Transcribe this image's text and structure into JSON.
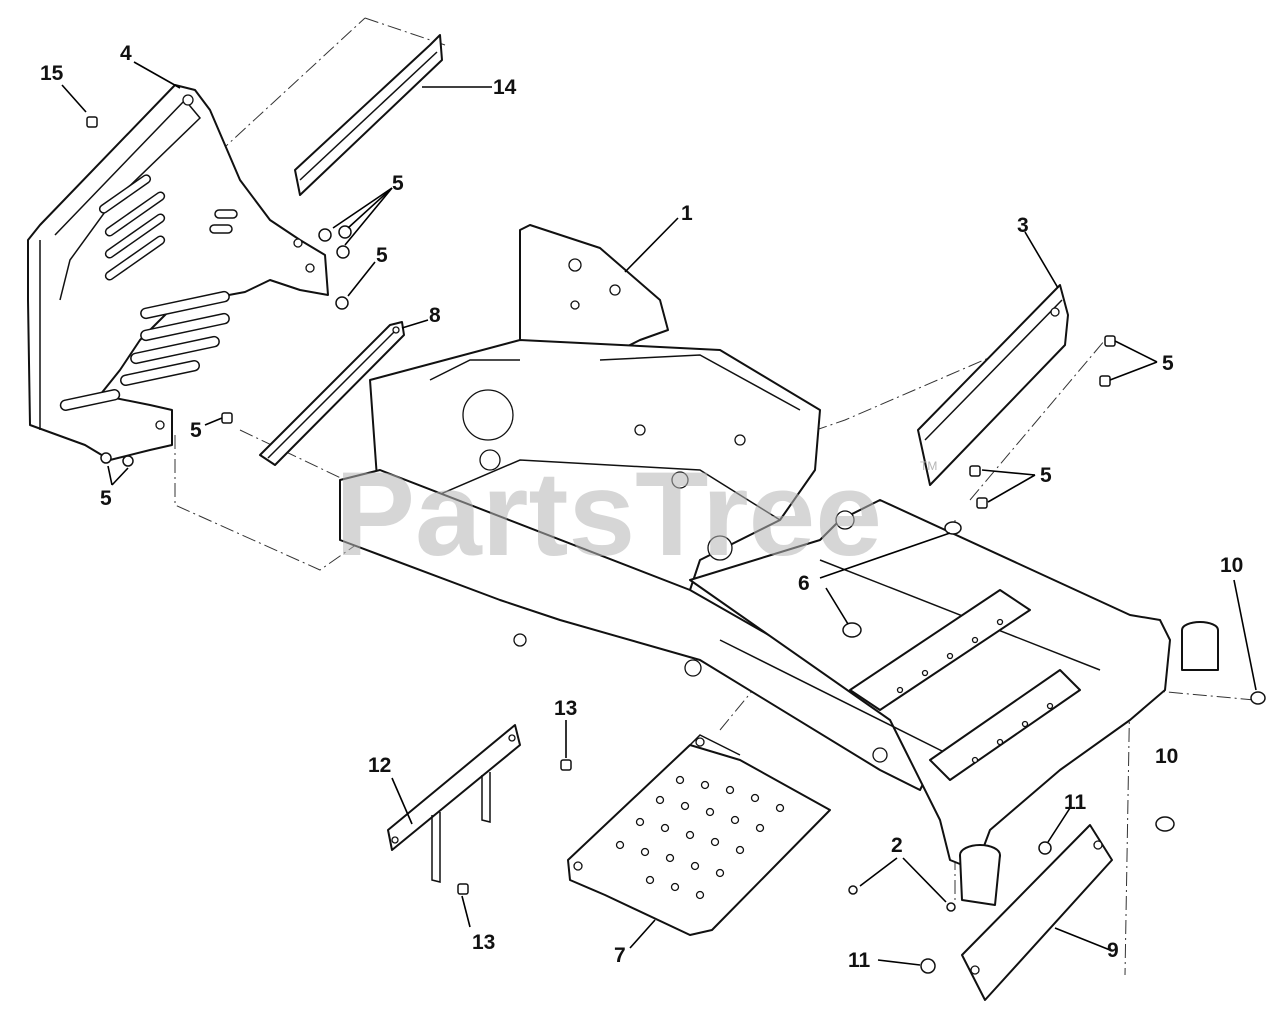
{
  "watermark": {
    "text": "PartsTree",
    "trademark": "TM"
  },
  "callouts": [
    {
      "id": "c15",
      "label": "15"
    },
    {
      "id": "c4",
      "label": "4"
    },
    {
      "id": "c14",
      "label": "14"
    },
    {
      "id": "c5a",
      "label": "5"
    },
    {
      "id": "c5b",
      "label": "5"
    },
    {
      "id": "c1",
      "label": "1"
    },
    {
      "id": "c3",
      "label": "3"
    },
    {
      "id": "c8",
      "label": "8"
    },
    {
      "id": "c5c",
      "label": "5"
    },
    {
      "id": "c5d",
      "label": "5"
    },
    {
      "id": "c5e",
      "label": "5"
    },
    {
      "id": "c5f",
      "label": "5"
    },
    {
      "id": "c6",
      "label": "6"
    },
    {
      "id": "c10a",
      "label": "10"
    },
    {
      "id": "c13a",
      "label": "13"
    },
    {
      "id": "c12",
      "label": "12"
    },
    {
      "id": "c10b",
      "label": "10"
    },
    {
      "id": "c11a",
      "label": "11"
    },
    {
      "id": "c2",
      "label": "2"
    },
    {
      "id": "c13b",
      "label": "13"
    },
    {
      "id": "c7",
      "label": "7"
    },
    {
      "id": "c9",
      "label": "9"
    },
    {
      "id": "c11b",
      "label": "11"
    }
  ]
}
